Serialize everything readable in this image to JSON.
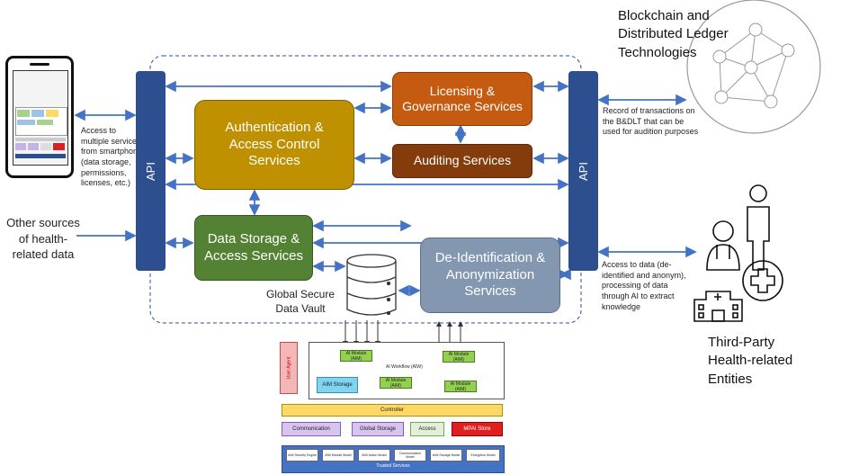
{
  "api_label": "API",
  "services": {
    "licensing": "Licensing & Governance Services",
    "auth": "Authentication & Access Control Services",
    "auditing": "Auditing Services",
    "storage": "Data Storage & Access Services",
    "deid": "De-Identification & Anonymization Services"
  },
  "vault_label": "Global Secure Data Vault",
  "left_notes": {
    "smartphone_access": "Access to multiple services from smartphone (data storage, permissions, licenses, etc.)",
    "other_sources": "Other sources of health-related data"
  },
  "right_notes": {
    "blockchain_title": "Blockchain and Distributed Ledger Technologies",
    "record_note": "Record of transactions on the B&DLT that can be used for audition purposes",
    "access_note": "Access to data (de-identified and anonym), processing of data through AI to extract knowledge",
    "third_party": "Third-Party Health-related Entities"
  },
  "mpai": {
    "user_agent": "User Agent",
    "workflow_label": "AI Workflow (AIW)",
    "aim": "AI Module (AIM)",
    "aim_storage": "AIM Storage",
    "controller": "Controller",
    "communication": "Communication",
    "global_storage": "Global Storage",
    "access": "Access",
    "mpai_store": "MPAI Store",
    "trusted_items": [
      "AIM Security Engine",
      "AIW Module Model",
      "AIW Action Model",
      "Communication Model",
      "AIW Storage Model",
      "Encryption Model"
    ],
    "trusted_services": "Trusted Services"
  },
  "colors": {
    "api": "#2e4f8f",
    "licensing": "#c55a11",
    "auth": "#bf9000",
    "auditing": "#843c0c",
    "storage": "#548235",
    "deid": "#8497b0",
    "arrow": "#4472c4"
  }
}
